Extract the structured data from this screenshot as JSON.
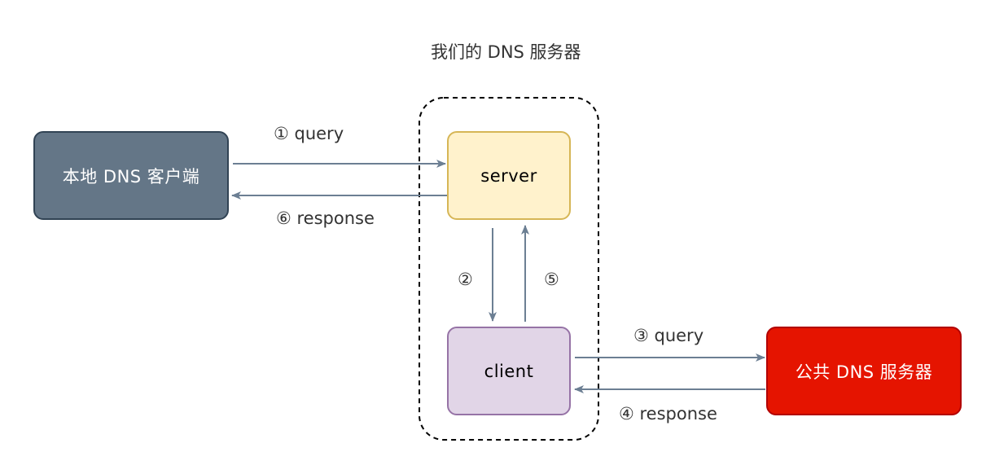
{
  "group": {
    "title": "我们的 DNS 服务器"
  },
  "nodes": {
    "local_client": "本地 DNS 客户端",
    "server": "server",
    "client": "client",
    "public_dns": "公共 DNS 服务器"
  },
  "edges": {
    "step1": "① query",
    "step2": "②",
    "step3": "③ query",
    "step4": "④ response",
    "step5": "⑤",
    "step6": "⑥ response"
  },
  "colors": {
    "edge": "#6c7f93",
    "group_border": "#000000",
    "local_client_fill": "#647687",
    "server_fill": "#fff2cc",
    "server_border": "#d6b656",
    "client_fill": "#e1d5e7",
    "client_border": "#9673a6",
    "public_dns_fill": "#e51400",
    "public_dns_border": "#b20000"
  }
}
